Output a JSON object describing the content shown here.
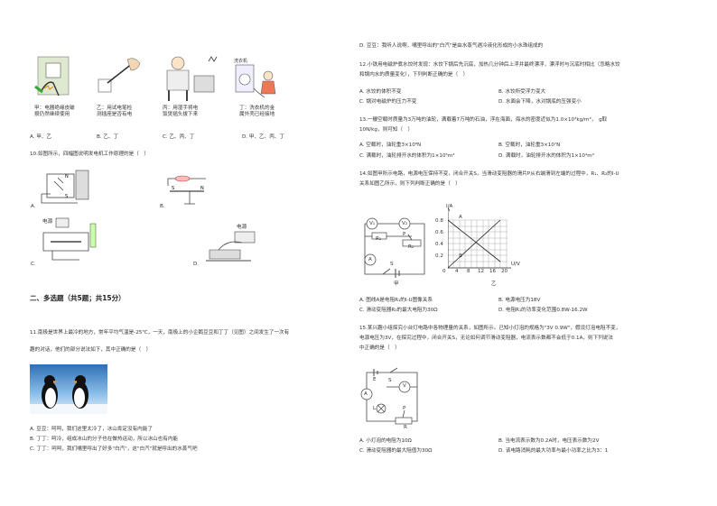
{
  "left": {
    "safety_captions": [
      [
        "甲：电器绝缘皮破",
        "损仍然继续使用"
      ],
      [
        "乙：用试电笔检",
        "测插座是否有电"
      ],
      [
        "丙：用湿手将电",
        "饭煲插头拔下来"
      ],
      [
        "丁：洗衣机的金",
        "属外壳已经接地"
      ]
    ],
    "q9_options": [
      "A. 甲、乙",
      "B. 乙、丁",
      "C. 乙、丙、丁",
      "D. 甲、乙、丙、丁"
    ],
    "q10_stem": "10.如图所示，四幅图说明发电机工作原理的是（　）",
    "q10_labels": [
      "A.",
      "B.",
      "C.",
      "D."
    ],
    "q10_power_label_c": "电源",
    "q10_power_label_d": "电源",
    "section2_title": "二、多选题（共5题；共15分）",
    "q11_line1": "11.南极是世界上最冷的地方，常年平均气温是-25℃，一天，南极上的小企鹅豆豆和丁丁（见图）之间发生了一次有",
    "q11_line2": "趣的对话，他们的部分说法如下，其中正确的是（　）",
    "q11_A": "A. 豆豆：呵呵，我们这里太冷了，冰山肯定没有内能了",
    "q11_B": "B. 丁丁：呵冷，组成冰山的分子也在做热运动，所以冰山也有内能",
    "q11_C": "C. 丁丁：呵呵，我们嘴里呼出了好多\"白汽\"，这\"白汽\"就是呼出的水蒸气吧"
  },
  "right": {
    "q11_D": "D. 豆豆：我听人说啊，嘴里呼出的\"白汽\"是由水蒸气遇冷液化形成的小水珠组成的",
    "q12_line1": "12.小铁用电磁炉煮水饺时发现：水饺下锅后先沉底，加热几分钟后上浮并最终漂浮，漂浮时与沉底时相比（忽略水饺",
    "q12_line2": "和锅内水的质量变化），下列判断正确的是（　）",
    "q12_options": [
      "A. 水饺的体积不变",
      "B. 水饺所受浮力变大",
      "C. 锅对电磁炉的压力不变",
      "D. 水面会下降，水对锅底的压强变小"
    ],
    "q13_line1": "13.一艘空载时质量为3万吨的油轮，满载着7万吨的石油，浮在海面，海水的密度近似为1.0×10³kg/m³，　g取",
    "q13_line2": "10N/kg，则可知（　）",
    "q13_options": [
      "A. 空载时，油轮重3×10⁸N",
      "B. 空载时，油轮重3×10⁷N",
      "C. 满载时，油轮排开水的体积为1×10⁵m³",
      "D. 满载时，油轮排开水的体积为1×10⁴m³"
    ],
    "q14_line1": "14.如图甲所示电路，电源电压保持不变，闭合开关S，当滑动变阻器的滑片P从右端滑到左端的过程中，R₁、R₂的I-U",
    "q14_line2": "关系如图乙所示，则下列判断正确的是（　）",
    "q14_fig_jia": "甲",
    "q14_fig_yi": "乙",
    "q14_circuit_labels": {
      "v1": "V₁",
      "v2": "V₂",
      "r1": "R₁",
      "r2": "R₂",
      "p": "P",
      "a": "A",
      "s": "S"
    },
    "graph": {
      "y_label": "I/A",
      "x_label": "U/V",
      "origin": "0",
      "x_ticks": [
        "4",
        "8",
        "12",
        "16",
        "20"
      ],
      "y_ticks": [
        "0.2",
        "0.4",
        "0.6",
        "0.8"
      ],
      "line_labels": [
        "A",
        "B"
      ]
    },
    "q14_options": [
      "A. 图线A是电阻R₁的I-U图像关系",
      "B. 电源电压为18V",
      "C. 滑动变阻器R₂的最大电阻为30Ω",
      "D. 电阻R₁的功率变化范围0.8W-16.2W"
    ],
    "q15_line1": "15.某兴趣小组探究小台灯电路中各物理量的关系，如图所示。已知小灯泡的规格为\"3V 0.9W\"，假设灯泡电阻不变，",
    "q15_line2": "电源电压为3V，在探究过程中，闭合开关S，无论如何调节滑动变阻器，电流表示数都不会低于0.1A，则下列说法",
    "q15_line3": "中正确的是（　）",
    "q15_circuit_labels": {
      "e": "E",
      "s": "S",
      "v": "V",
      "a": "A",
      "l": "L",
      "p": "P",
      "r": "R"
    },
    "q15_options": [
      "A. 小灯泡的电阻为10Ω",
      "B. 当电流表示数为0.2A时，电压表示数为2V",
      "C. 滑动变阻器的最大阻值为30Ω",
      "D. 该电路消耗的最大功率与最小功率之比为3：1"
    ]
  }
}
